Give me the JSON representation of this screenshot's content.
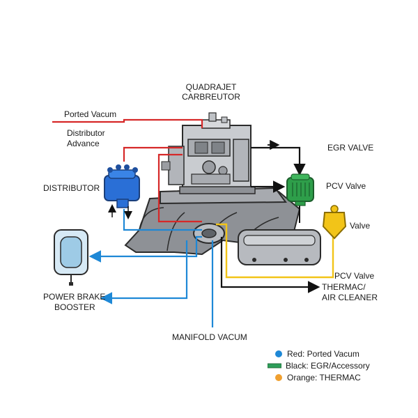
{
  "labels": {
    "carb_line1": "QUADRAJET",
    "carb_line2": "CARBREUTOR",
    "ported_vacuum": "Ported Vacum",
    "distributor_advance_1": "Distributor",
    "distributor_advance_2": "Advance",
    "distributor": "DISTRIBUTOR",
    "egr_valve": "EGR VALVE",
    "pcv_valve": "PCV Valve",
    "valve": "Valve",
    "pcv_valve_2": "PCV Valve",
    "thermac_1": "THERMAC/",
    "thermac_2": "AIR CLEANER",
    "power_brake_1": "POWER BRAKE",
    "power_brake_2": "BOOSTER",
    "manifold_vacuum": "MANIFOLD VACUM"
  },
  "legend": [
    {
      "swatch": "circle",
      "color": "#1e88d6",
      "text": "Red: Ported Vacum"
    },
    {
      "swatch": "bar",
      "color": "#2e9e5a",
      "text": "Black: EGR/Accessory"
    },
    {
      "swatch": "circle",
      "color": "#f0a030",
      "text": "Orange: THERMAC"
    }
  ],
  "colors": {
    "red_line": "#d62828",
    "blue_line": "#1e88d6",
    "black_line": "#111111",
    "yellow_line": "#f2c418",
    "distributor": "#2a6fd6",
    "pcv": "#2e9e4a",
    "thermac_valve": "#f2c418",
    "booster": "#9ecbe6"
  }
}
